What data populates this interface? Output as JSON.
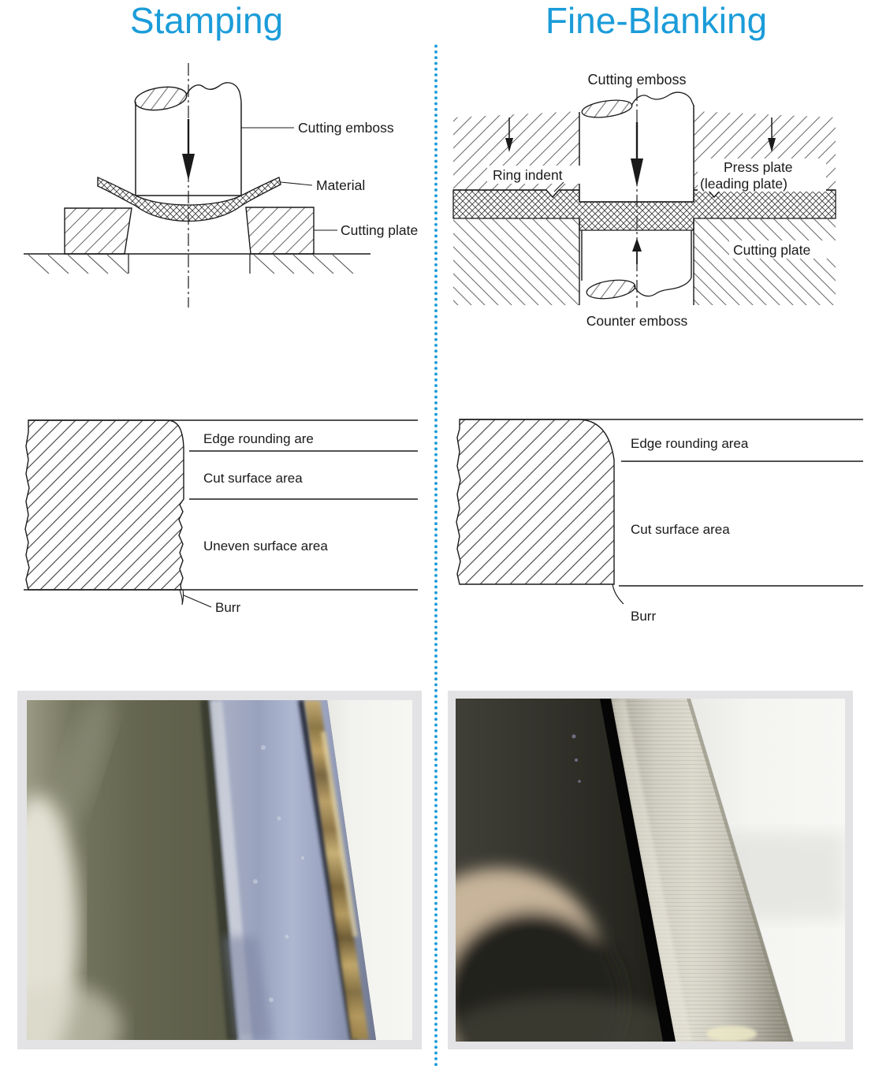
{
  "titles": {
    "left": "Stamping",
    "right": "Fine-Blanking"
  },
  "colors": {
    "accent_blue": "#1B9CD9",
    "divider_dot": "#1E9CD9",
    "line": "#1a1a1a",
    "photo_frame": "#e3e3e5"
  },
  "stamping": {
    "labels": {
      "cutting_emboss": "Cutting emboss",
      "material": "Material",
      "cutting_plate": "Cutting plate"
    }
  },
  "fine_blanking": {
    "labels": {
      "cutting_emboss": "Cutting emboss",
      "ring_indent": "Ring indent",
      "press_plate": "Press plate",
      "press_plate_sub": "(leading plate)",
      "cutting_plate": "Cutting plate",
      "counter_emboss": "Counter emboss"
    }
  },
  "stamping_profile": {
    "labels": {
      "edge_rounding": "Edge rounding are",
      "cut_surface": "Cut surface area",
      "uneven_surface": "Uneven surface area",
      "burr": "Burr"
    }
  },
  "fine_blanking_profile": {
    "labels": {
      "edge_rounding": "Edge rounding area",
      "cut_surface": "Cut surface area",
      "burr": "Burr"
    }
  }
}
